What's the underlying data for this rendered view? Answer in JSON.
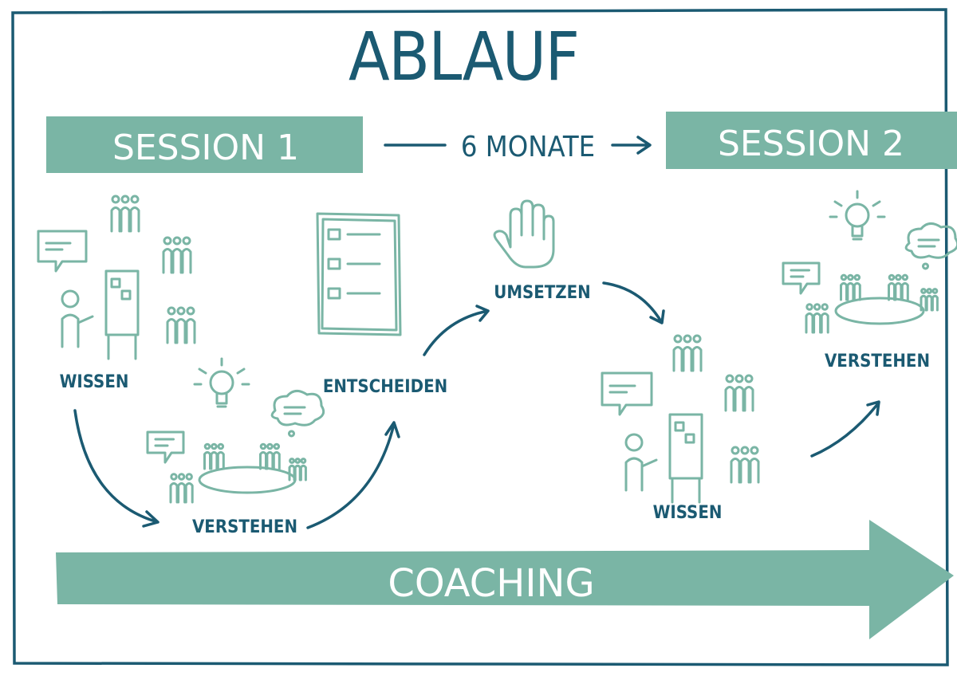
{
  "title": "ABLAUF",
  "session1": {
    "label": "SESSION 1"
  },
  "interval": {
    "label": "6 MONATE"
  },
  "session2": {
    "label": "SESSION 2"
  },
  "steps": {
    "wissen_1": "WISSEN",
    "verstehen_1": "VERSTEHEN",
    "entscheiden": "ENTSCHEIDEN",
    "umsetzen": "UMSETZEN",
    "wissen_2": "WISSEN",
    "verstehen_2": "VERSTEHEN"
  },
  "coaching": {
    "label": "COACHING"
  },
  "colors": {
    "dark": "#1b5a72",
    "accent": "#7ab5a5",
    "background": "#ffffff"
  },
  "icons": [
    "people-group-icon",
    "flipchart-presenter-icon",
    "speech-bubble-icon",
    "lightbulb-icon",
    "thought-cloud-icon",
    "round-table-icon",
    "checklist-icon",
    "hand-icon",
    "arrow-icon"
  ]
}
